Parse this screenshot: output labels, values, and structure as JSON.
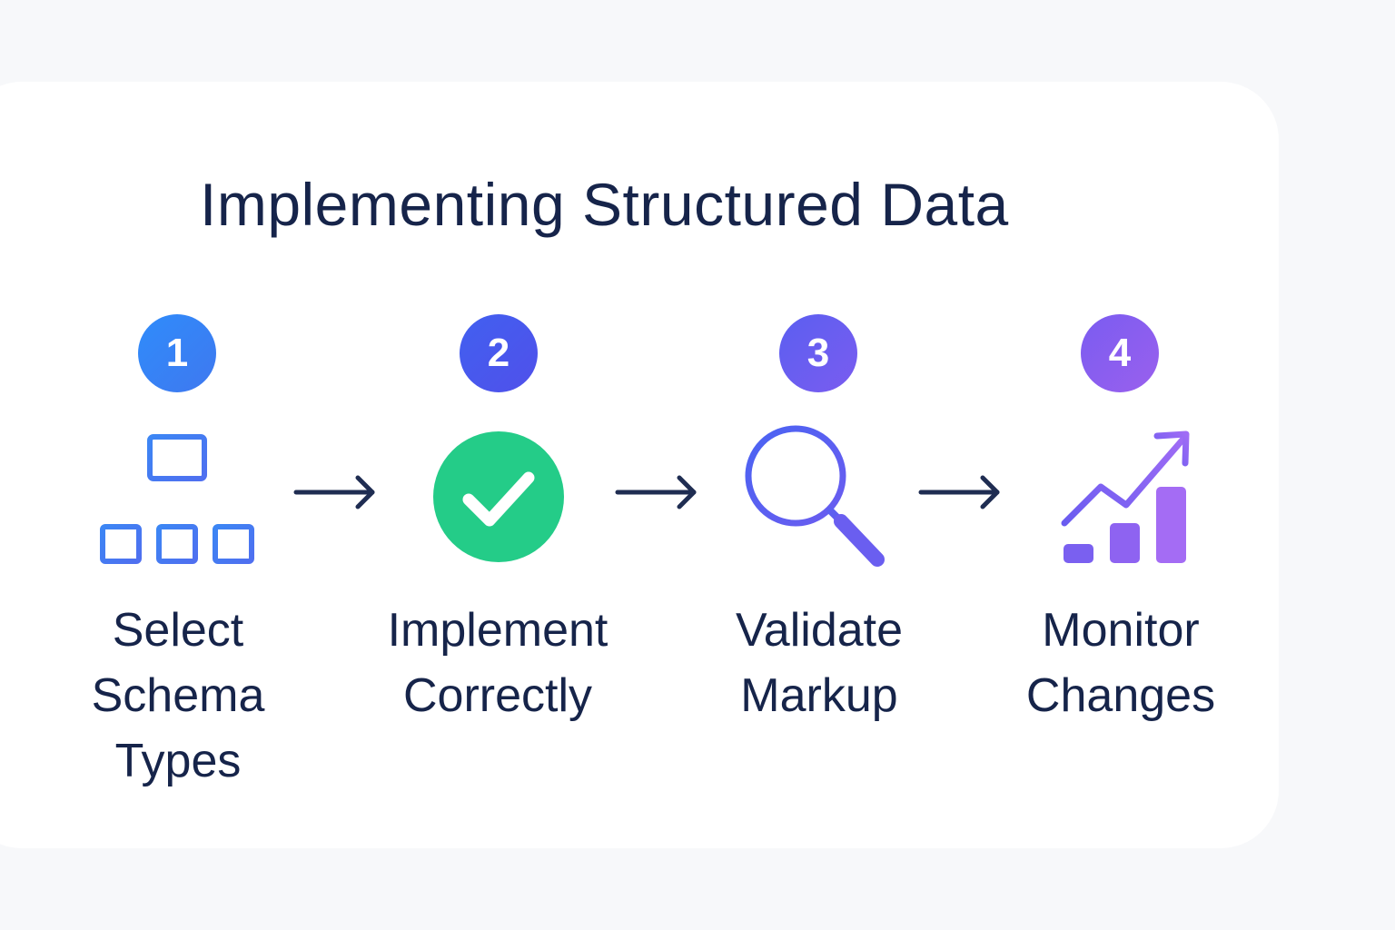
{
  "title": "Implementing Structured Data",
  "colors": {
    "background": "#f7f8fa",
    "card": "#ffffff",
    "text": "#16244a",
    "arrow": "#1f2d52",
    "check_green": "#24cc88"
  },
  "steps": [
    {
      "number": "1",
      "badge_color": "#3a86f5",
      "icon": "hierarchy-icon",
      "label_lines": [
        "Select",
        "Schema",
        "Types"
      ]
    },
    {
      "number": "2",
      "badge_color": "#4b55ee",
      "icon": "checkmark-icon",
      "label_lines": [
        "Implement",
        "Correctly"
      ]
    },
    {
      "number": "3",
      "badge_color": "#6a5df0",
      "icon": "magnifier-icon",
      "label_lines": [
        "Validate",
        "Markup"
      ]
    },
    {
      "number": "4",
      "badge_color": "#8b5cf0",
      "icon": "growth-chart-icon",
      "label_lines": [
        "Monitor",
        "Changes"
      ]
    }
  ]
}
